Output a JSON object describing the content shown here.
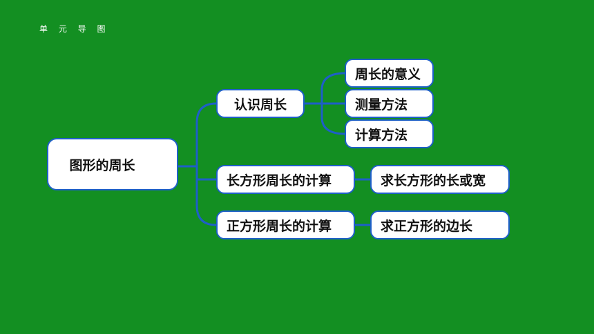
{
  "header": {
    "title": "单 元 导 图"
  },
  "mindmap": {
    "root": "图形的周长",
    "branches": [
      {
        "label": "认识周长",
        "children": [
          "周长的意义",
          "测量方法",
          "计算方法"
        ]
      },
      {
        "label": "长方形周长的计算",
        "children": [
          "求长方形的长或宽"
        ]
      },
      {
        "label": "正方形周长的计算",
        "children": [
          "求正方形的边长"
        ]
      }
    ]
  },
  "colors": {
    "background": "#138f22",
    "connector": "#1e5fc8",
    "node_fill": "#ffffff"
  }
}
